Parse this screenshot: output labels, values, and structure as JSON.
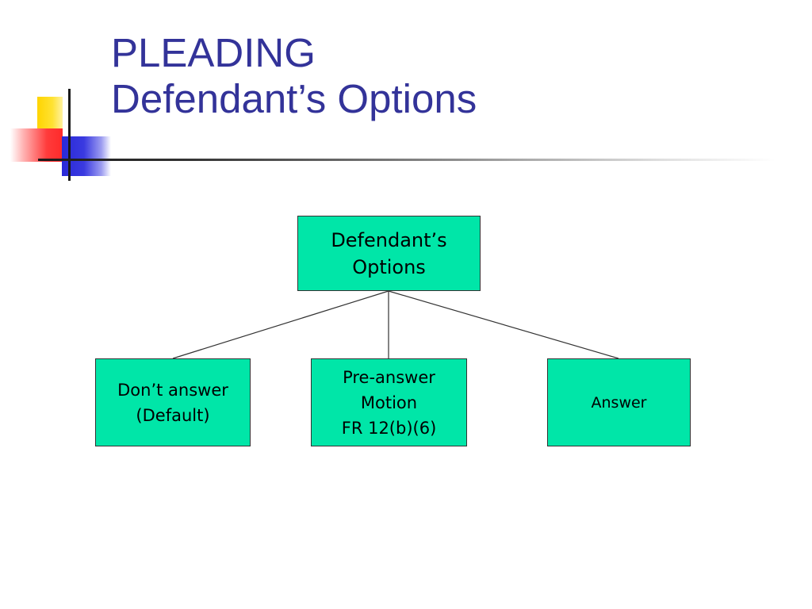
{
  "slide": {
    "title_line1": "PLEADING",
    "title_line2": "Defendant’s Options"
  },
  "diagram": {
    "root": {
      "label": "Defendant’s\nOptions"
    },
    "children": [
      {
        "label": "Don’t answer\n(Default)"
      },
      {
        "label": "Pre-answer\nMotion\nFR 12(b)(6)"
      },
      {
        "label": "Answer"
      }
    ]
  },
  "colors": {
    "title": "#333399",
    "node_fill": "#00e6a8",
    "node_border": "#333333",
    "connector": "#333333"
  }
}
